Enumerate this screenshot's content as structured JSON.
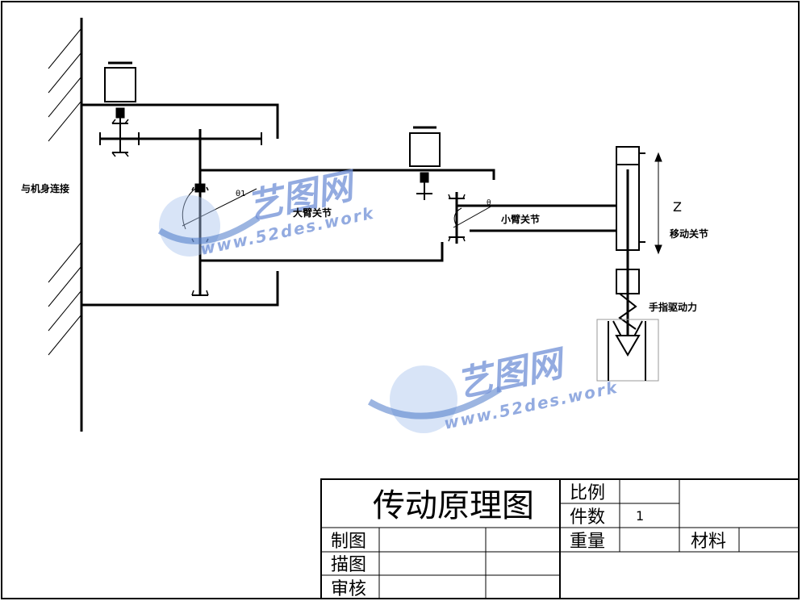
{
  "labels": {
    "body_connection": "与机身连接",
    "big_arm_joint": "大臂关节",
    "small_arm_joint": "小臂关节",
    "theta1": "θ1",
    "theta2": "θ",
    "z_axis": "Z",
    "moving_joint": "移动关节",
    "finger_drive": "手指驱动力"
  },
  "title_block": {
    "title": "传动原理图",
    "ratio_label": "比例",
    "count_label": "件数",
    "count_value": "1",
    "weight_label": "重量",
    "material_label": "材料",
    "draw_label": "制图",
    "trace_label": "描图",
    "review_label": "审核"
  },
  "watermark": {
    "name": "艺图网",
    "url": "www.52des.work"
  },
  "colors": {
    "line": "#000000",
    "watermark": "#6f8fd6"
  }
}
